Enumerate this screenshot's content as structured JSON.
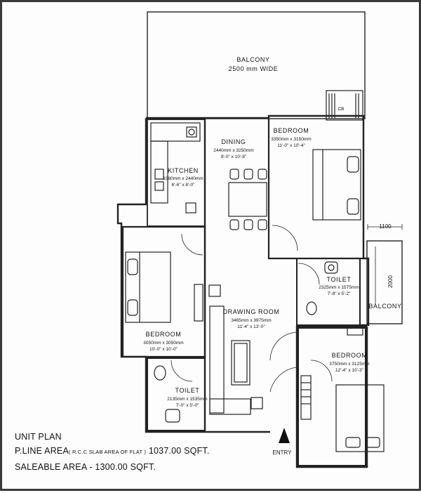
{
  "rooms": {
    "balcony_top": {
      "name": "BALCONY",
      "dim": "2500 mm  WIDE"
    },
    "dining": {
      "name": "DINING",
      "dim_mm": "2440mm x 3250mm",
      "dim_ft": "8'-0\" x 10'-8\""
    },
    "kitchen": {
      "name": "KITCHEN",
      "dim_mm": "1980mm x 2440mm",
      "dim_ft": "6'-6\" x 8'-0\""
    },
    "bedroom_ne": {
      "name": "BEDROOM",
      "dim_mm": "3350mm x 3150mm",
      "dim_ft": "11'-0\" x 10'-4\""
    },
    "bedroom_w": {
      "name": "BEDROOM",
      "dim_mm": "3050mm x 3050mm",
      "dim_ft": "10'-0\" x 10'-0\""
    },
    "drawing": {
      "name": "DRAWING ROOM",
      "dim_mm": "3465mm x 3975mm",
      "dim_ft": "11'-4\" x 13'-0\""
    },
    "toilet_e": {
      "name": "TOILET",
      "dim_mm": "2325mm x 1575mm",
      "dim_ft": "7'-8\" x 5'-2\""
    },
    "toilet_s": {
      "name": "TOILET",
      "dim_mm": "2135mm x 1535mm",
      "dim_ft": "7'-0\" x 5'-0\""
    },
    "bedroom_se": {
      "name": "BEDROOM",
      "dim_mm": "3750mm x 3125mm",
      "dim_ft": "12'-4\" x 10'-3\""
    },
    "balcony_e": {
      "name": "BALCONY"
    }
  },
  "markers": {
    "cb": "CB",
    "entry": "ENTRY",
    "dim_1100": "1100",
    "dim_2000": "2000"
  },
  "footer": {
    "title": "UNIT PLAN",
    "pline_label": "P.LINE AREA",
    "pline_note": "( R.C.C SLAB AREA OF FLAT )",
    "pline_value": "1037.00 SQFT.",
    "saleable": "SALEABLE AREA - 1300.00 SQFT."
  }
}
